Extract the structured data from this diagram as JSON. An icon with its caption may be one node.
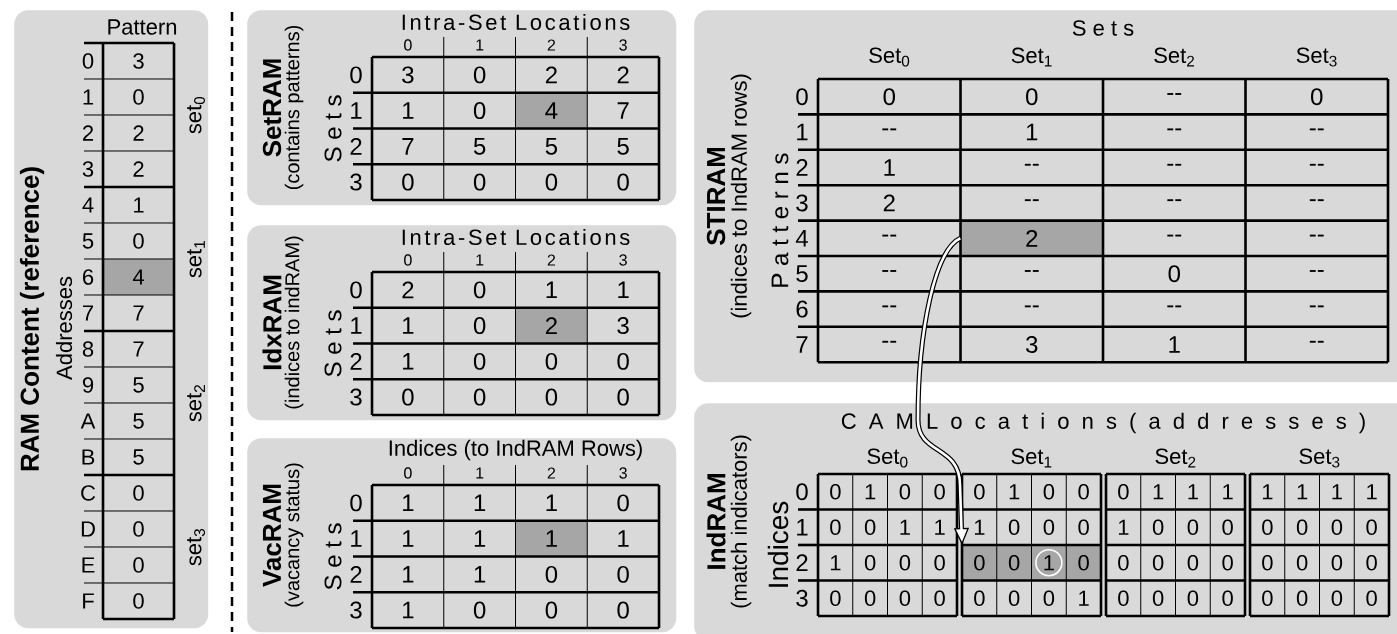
{
  "diagram": {
    "nodes": [
      {
        "text": [
          "RAM Content (reference)"
        ]
      },
      {
        "text": [
          "SetRAM",
          "(contains patterns)"
        ]
      },
      {
        "text": [
          "IdxRAM",
          "(indices to indRAM)"
        ]
      },
      {
        "text": [
          "VacRAM",
          "(vacancy status)"
        ]
      },
      {
        "text": [
          "STIRAM",
          "(indices to IndRAM rows)"
        ]
      },
      {
        "text": [
          "2"
        ],
        "in": 4
      },
      {
        "text": [
          "IndRAM",
          "(match indicators)"
        ]
      },
      {
        "text": [
          "0",
          "0",
          "1",
          "0"
        ],
        "in": 6
      }
    ],
    "edges": [
      {
        "from": 5,
        "to": 7,
        "arrow": "to"
      }
    ],
    "labels": [
      "Pattern",
      "Addresses",
      "0",
      "3",
      "1",
      "0",
      "2",
      "2",
      "3",
      "2",
      "4",
      "1",
      "5",
      "0",
      "6",
      "4",
      "7",
      "7",
      "8",
      "7",
      "9",
      "5",
      "A",
      "5",
      "B",
      "5",
      "C",
      "0",
      "D",
      "0",
      "E",
      "0",
      "F",
      "0",
      "set$_{0}$",
      "set$_{1}$",
      "set$_{2}$",
      "set$_{3}$",
      "Intra-Set Locations",
      "0",
      "1",
      "2",
      "3",
      "S e t s",
      "0",
      "3",
      "0",
      "2",
      "2",
      "1",
      "1",
      "0",
      "4",
      "7",
      "2",
      "7",
      "5",
      "5",
      "5",
      "3",
      "0",
      "0",
      "0",
      "0",
      "Intra-Set Locations",
      "0",
      "1",
      "2",
      "3",
      "S e t s",
      "0",
      "2",
      "0",
      "1",
      "1",
      "1",
      "1",
      "0",
      "2",
      "3",
      "2",
      "1",
      "0",
      "0",
      "0",
      "3",
      "0",
      "0",
      "0",
      "0",
      "Indices (to IndRAM Rows)",
      "0",
      "1",
      "2",
      "3",
      "S e t s",
      "0",
      "1",
      "1",
      "1",
      "0",
      "1",
      "1",
      "1",
      "1",
      "1",
      "2",
      "1",
      "1",
      "0",
      "0",
      "3",
      "1",
      "0",
      "0",
      "0",
      "S e t s",
      "Set$_{0}$",
      "Set$_{1}$",
      "Set$_{2}$",
      "Set$_{3}$",
      "P a t t e r n s",
      "0",
      "0",
      "0",
      "--",
      "0",
      "1",
      "--",
      "1",
      "--",
      "--",
      "2",
      "1",
      "--",
      "--",
      "--",
      "3",
      "2",
      "--",
      "--",
      "--",
      "4",
      "--",
      "--",
      "--",
      "5",
      "--",
      "--",
      "0",
      "--",
      "6",
      "--",
      "--",
      "--",
      "--",
      "7",
      "--",
      "3",
      "1",
      "--",
      "C A M  L o c a t i o n s  ( a d d r e s s e s )",
      "Set$_{0}$",
      "Set$_{1}$",
      "Set$_{2}$",
      "Set$_{3}$",
      "Indices",
      "0",
      "0",
      "1",
      "0",
      "0",
      "0",
      "1",
      "0",
      "0",
      "0",
      "1",
      "1",
      "1",
      "1",
      "1",
      "1",
      "1",
      "1",
      "0",
      "0",
      "1",
      "1",
      "1",
      "0",
      "0",
      "0",
      "1",
      "0",
      "0",
      "0",
      "0",
      "0",
      "0",
      "0",
      "2",
      "1",
      "0",
      "0",
      "0",
      "0",
      "0",
      "0",
      "0",
      "0",
      "0",
      "0",
      "0",
      "3",
      "0",
      "0",
      "0",
      "0",
      "0",
      "0",
      "0",
      "1",
      "0",
      "0",
      "0",
      "0",
      "0",
      "0",
      "0",
      "0"
    ]
  }
}
